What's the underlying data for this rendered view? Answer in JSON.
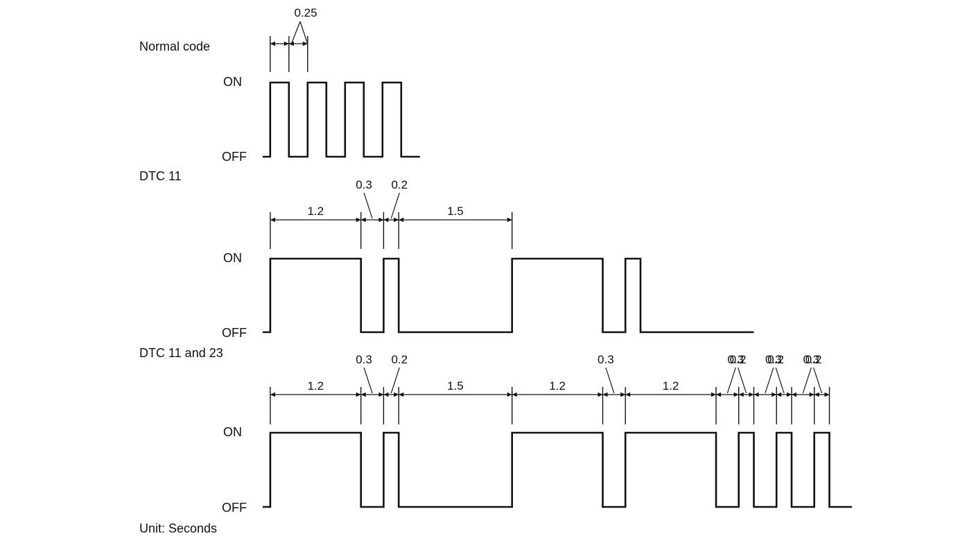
{
  "diagram": {
    "unit_note": "Unit: Seconds",
    "colors": {
      "line": "#111111",
      "background": "#ffffff"
    },
    "panels": [
      {
        "id": "normal",
        "title": "Normal code",
        "on_label": "ON",
        "off_label": "OFF",
        "waveform": [
          {
            "state": "off",
            "duration": 0.1
          },
          {
            "state": "on",
            "duration": 0.25
          },
          {
            "state": "off",
            "duration": 0.25
          },
          {
            "state": "on",
            "duration": 0.25
          },
          {
            "state": "off",
            "duration": 0.25
          },
          {
            "state": "on",
            "duration": 0.25
          },
          {
            "state": "off",
            "duration": 0.25
          },
          {
            "state": "on",
            "duration": 0.25
          },
          {
            "state": "off",
            "duration": 0.25
          }
        ],
        "dimensions": [
          {
            "label": "0.25",
            "start": 0.1,
            "end": 0.35
          },
          {
            "label": "0.25",
            "start": 0.35,
            "end": 0.6
          }
        ],
        "shared_label": "0.25"
      },
      {
        "id": "dtc11",
        "title": "DTC 11",
        "on_label": "ON",
        "off_label": "OFF",
        "waveform": [
          {
            "state": "off",
            "duration": 0.1
          },
          {
            "state": "on",
            "duration": 1.2
          },
          {
            "state": "off",
            "duration": 0.3
          },
          {
            "state": "on",
            "duration": 0.2
          },
          {
            "state": "off",
            "duration": 1.5
          },
          {
            "state": "on",
            "duration": 1.2
          },
          {
            "state": "off",
            "duration": 0.3
          },
          {
            "state": "on",
            "duration": 0.2
          },
          {
            "state": "off",
            "duration": 1.5
          }
        ],
        "dimensions": [
          {
            "label": "1.2",
            "start": 0.1,
            "end": 1.3
          },
          {
            "label": "0.3",
            "start": 1.3,
            "end": 1.6
          },
          {
            "label": "0.2",
            "start": 1.6,
            "end": 1.8
          },
          {
            "label": "1.5",
            "start": 1.8,
            "end": 3.3
          }
        ]
      },
      {
        "id": "dtc11_23",
        "title": "DTC 11 and 23",
        "on_label": "ON",
        "off_label": "OFF",
        "waveform": [
          {
            "state": "off",
            "duration": 0.1
          },
          {
            "state": "on",
            "duration": 1.2
          },
          {
            "state": "off",
            "duration": 0.3
          },
          {
            "state": "on",
            "duration": 0.2
          },
          {
            "state": "off",
            "duration": 1.5
          },
          {
            "state": "on",
            "duration": 1.2
          },
          {
            "state": "off",
            "duration": 0.3
          },
          {
            "state": "on",
            "duration": 1.2
          },
          {
            "state": "off",
            "duration": 0.3
          },
          {
            "state": "on",
            "duration": 0.2
          },
          {
            "state": "off",
            "duration": 0.3
          },
          {
            "state": "on",
            "duration": 0.2
          },
          {
            "state": "off",
            "duration": 0.3
          },
          {
            "state": "on",
            "duration": 0.2
          },
          {
            "state": "off",
            "duration": 0.3
          }
        ],
        "dimensions": [
          {
            "label": "1.2",
            "start": 0.1,
            "end": 1.3
          },
          {
            "label": "0.3",
            "start": 1.3,
            "end": 1.6
          },
          {
            "label": "0.2",
            "start": 1.6,
            "end": 1.8
          },
          {
            "label": "1.5",
            "start": 1.8,
            "end": 3.3
          },
          {
            "label": "1.2",
            "start": 3.3,
            "end": 4.5
          },
          {
            "label": "0.3",
            "start": 4.5,
            "end": 4.8
          },
          {
            "label": "1.2",
            "start": 4.8,
            "end": 6.0
          },
          {
            "label": "0.3",
            "start": 6.0,
            "end": 6.3
          },
          {
            "label": "0.2",
            "start": 6.3,
            "end": 6.5
          },
          {
            "label": "0.3",
            "start": 6.5,
            "end": 6.8
          },
          {
            "label": "0.2",
            "start": 6.8,
            "end": 7.0
          },
          {
            "label": "0.3",
            "start": 7.0,
            "end": 7.3
          },
          {
            "label": "0.2",
            "start": 7.3,
            "end": 7.5
          }
        ]
      }
    ]
  }
}
